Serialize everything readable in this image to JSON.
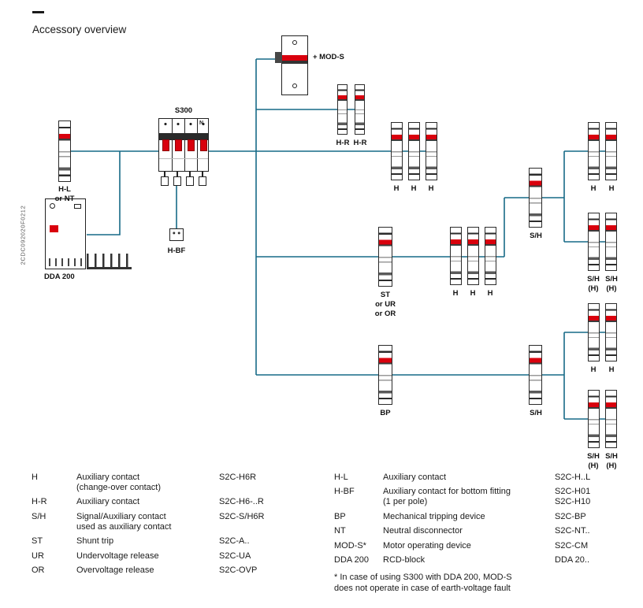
{
  "header": {
    "dash": "—",
    "title": "Accessory overview"
  },
  "doc_code": "2CDC092020F0212",
  "colors": {
    "line": "#176a87",
    "accent_red": "#d9000d"
  },
  "diagram": {
    "hl_1": "H-L",
    "hl_2": "or NT",
    "s300": "S300",
    "n": "N",
    "mods": "+ MOD-S",
    "hbf": "H-BF",
    "dda": "DDA 200",
    "hr": [
      "H-R",
      "H-R"
    ],
    "h_top": [
      "H",
      "H",
      "H"
    ],
    "sh_upper": "S/H",
    "hh_tr": [
      "H",
      "H"
    ],
    "shh_tr_1": [
      "S/H",
      "S/H"
    ],
    "shh_tr_2": [
      "(H)",
      "(H)"
    ],
    "st_1": "ST",
    "st_2": "or UR",
    "st_3": "or OR",
    "h_mid": [
      "H",
      "H",
      "H"
    ],
    "bp": "BP",
    "sh_lower": "S/H",
    "hh_br": [
      "H",
      "H"
    ],
    "shh_br_1": [
      "S/H",
      "S/H"
    ],
    "shh_br_2": [
      "(H)",
      "(H)"
    ]
  },
  "legend": {
    "left": [
      {
        "term": "H",
        "desc1": "Auxiliary contact",
        "desc2": "(change-over contact)",
        "code1": "S2C-H6R"
      },
      {
        "term": "H-R",
        "desc1": "Auxiliary contact",
        "code1": "S2C-H6-..R"
      },
      {
        "term": "S/H",
        "desc1": "Signal/Auxiliary contact",
        "desc2": "used as auxiliary contact",
        "code1": "S2C-S/H6R"
      },
      {
        "term": "ST",
        "desc1": "Shunt trip",
        "code1": "S2C-A.."
      },
      {
        "term": "UR",
        "desc1": "Undervoltage release",
        "code1": "S2C-UA"
      },
      {
        "term": "OR",
        "desc1": "Overvoltage release",
        "code1": "S2C-OVP"
      }
    ],
    "right": [
      {
        "term": "H-L",
        "desc1": "Auxiliary contact",
        "code1": "S2C-H..L"
      },
      {
        "term": "H-BF",
        "desc1": "Auxiliary contact for bottom fitting",
        "desc2": "(1 per pole)",
        "code1": "S2C-H01",
        "code2": "S2C-H10"
      },
      {
        "term": "BP",
        "desc1": "Mechanical tripping device",
        "code1": "S2C-BP"
      },
      {
        "term": "NT",
        "desc1": "Neutral disconnector",
        "code1": "S2C-NT.."
      },
      {
        "term": "MOD-S*",
        "desc1": "Motor operating device",
        "code1": "S2C-CM"
      },
      {
        "term": "DDA 200",
        "desc1": "RCD-block",
        "code1": "DDA 20.."
      }
    ],
    "footnote1": "* In case of using S300 with DDA 200, MOD-S",
    "footnote2": "does not operate in case of earth-voltage fault"
  }
}
